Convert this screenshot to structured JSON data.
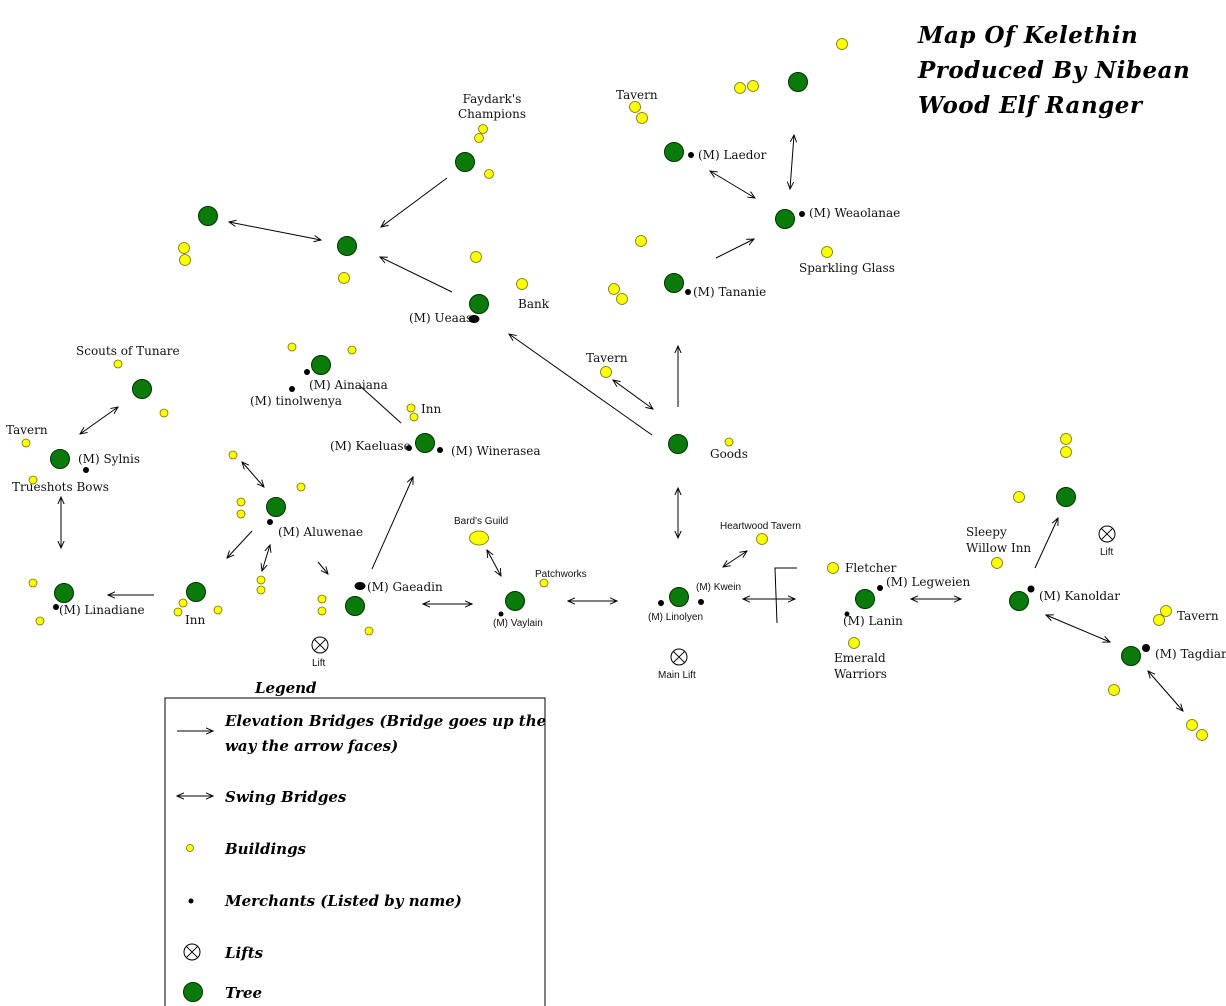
{
  "title": {
    "line1": "Map Of Kelethin",
    "line2": "Produced By Nibean",
    "line3": "Wood Elf Ranger"
  },
  "legend": {
    "heading": "Legend",
    "elevation_1": "Elevation Bridges (Bridge goes up the",
    "elevation_2": "way the arrow faces)",
    "swing": "Swing Bridges",
    "buildings": "Buildings",
    "merchants": "Merchants (Listed by name)",
    "lifts": "Lifts",
    "tree": "Tree"
  },
  "labels": {
    "faydarks_1": "Faydark's",
    "faydarks_2": "Champions",
    "tavern_top": "Tavern",
    "laedor": "(M) Laedor",
    "weaolanae": "(M) Weaolanae",
    "sparkling": "Sparkling Glass",
    "tananie": "(M) Tananie",
    "ueaas": "(M) Ueaas",
    "bank": "Bank",
    "tavern_mid": "Tavern",
    "scouts": "Scouts of Tunare",
    "ainaiana": "(M) Ainaiana",
    "tinolwenya": "(M) tinolwenya",
    "inn_mid": "Inn",
    "kaeluase": "(M) Kaeluase",
    "winerasea": "(M) Winerasea",
    "goods": "Goods",
    "tavern_left": "Tavern",
    "sylnis": "(M) Sylnis",
    "trueshots": "Trueshots Bows",
    "aluwenae": "(M) Aluwenae",
    "bards": "Bard's Guild",
    "heartwood": "Heartwood Tavern",
    "sleepy_1": "Sleepy",
    "sleepy_2": "Willow Inn",
    "lift_right": "Lift",
    "fletcher": "Fletcher",
    "legweien": "(M) Legweien",
    "patchworks": "Patchworks",
    "gaeadin": "(M) Gaeadin",
    "kwein": "(M) Kwein",
    "linolyen": "(M) Linolyen",
    "vaylain": "(M) Vaylain",
    "lanin": "(M) Lanin",
    "kanoldar": "(M) Kanoldar",
    "tavern_right": "Tavern",
    "tagdian": "(M) Tagdian",
    "linadiane": "(M) Linadiane",
    "inn_left": "Inn",
    "lift_left": "Lift",
    "main_lift": "Main Lift",
    "emerald_1": "Emerald",
    "emerald_2": "Warriors"
  },
  "colors": {
    "tree": "#0a7a0a",
    "building": "#ffff00",
    "merchant": "#000000",
    "background": "#ffffff"
  },
  "icons": {
    "tree": "filled-green-circle",
    "building": "small-yellow-circle",
    "merchant": "small-black-dot",
    "lift": "circled-x",
    "elevation_bridge": "one-way-arrow",
    "swing_bridge": "double-arrow"
  }
}
